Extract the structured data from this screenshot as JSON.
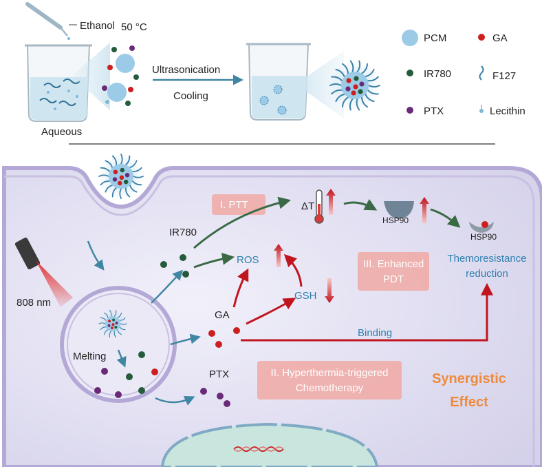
{
  "top": {
    "ethanol_label": "Ethanol",
    "temp_label": "50 °C",
    "aqueous_label": "Aqueous",
    "process_top": "Ultrasonication",
    "process_bottom": "Cooling"
  },
  "legend": {
    "pcm": "PCM",
    "ga": "GA",
    "ir780": "IR780",
    "f127": "F127",
    "ptx": "PTX",
    "lecithin": "Lecithin"
  },
  "bottom": {
    "laser_label": "808 nm",
    "melting_label": "Melting",
    "ir780_label": "IR780",
    "ga_label": "GA",
    "ptx_label": "PTX",
    "ptt_box": "I. PTT",
    "delta_t": "ΔT",
    "hsp90_a": "HSP90",
    "hsp90_b": "HSP90",
    "ros_label": "ROS",
    "gsh_label": "GSH",
    "pdt_box_line1": "III. Enhanced",
    "pdt_box_line2": "PDT",
    "thermo_line1": "Themoresistance",
    "thermo_line2": "reduction",
    "binding_label": "Binding",
    "chemo_box_line1": "II. Hyperthermia-triggered",
    "chemo_box_line2": "Chemotherapy",
    "synergy_line1": "Synergistic",
    "synergy_line2": "Effect"
  },
  "colors": {
    "pcm": "#9ccbe8",
    "ga": "#cc1f1f",
    "ir780": "#245b3a",
    "ptx": "#6a2a78",
    "f127": "#3b7fa6",
    "arrow_blue": "#3f86a3",
    "arrow_green": "#3a6a45",
    "arrow_red": "#c0141e",
    "cell_fill": "#dedcf0",
    "membrane": "#b4a9d6",
    "box_fill": "#f0a9a4"
  }
}
